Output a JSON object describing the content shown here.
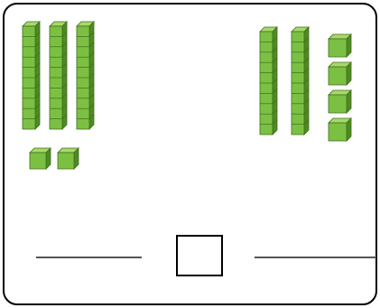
{
  "left_group": {
    "tens_rods": 3,
    "ones_cubes": 2
  },
  "right_group": {
    "tens_rods": 2,
    "ones_cubes": 4
  },
  "answer_line_left": "",
  "comparison_box": "",
  "answer_line_right": "",
  "colors": {
    "block_front": "#7cc043",
    "block_top": "#a8d86a",
    "block_side": "#4f8a24",
    "block_edge": "#3d6e1b"
  }
}
